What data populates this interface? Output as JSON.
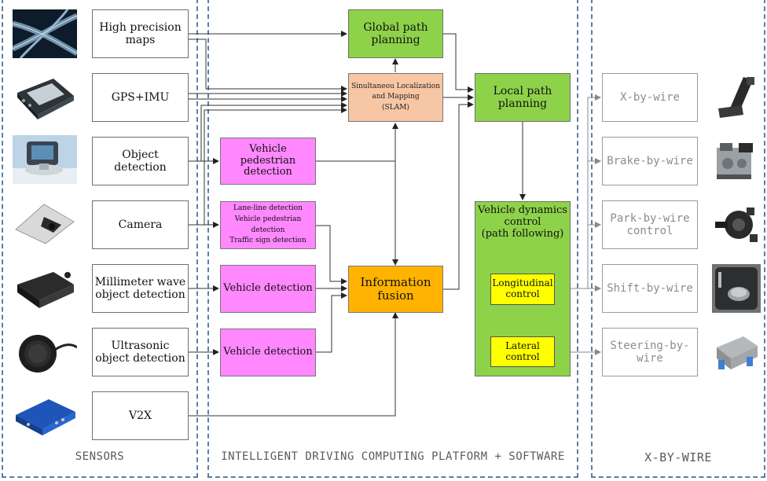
{
  "panels": {
    "sensors_label": "SENSORS",
    "platform_label": "INTELLIGENT DRIVING COMPUTING PLATFORM + SOFTWARE",
    "xbywire_label": "X-BY-WIRE"
  },
  "sensors": [
    {
      "label": "High precision\nmaps",
      "icon": "map-road-icon"
    },
    {
      "label": "GPS+IMU",
      "icon": "gps-device-icon"
    },
    {
      "label": "Object\ndetection",
      "icon": "lidar-icon"
    },
    {
      "label": "Camera",
      "icon": "camera-icon"
    },
    {
      "label": "Millimeter wave\nobject detection",
      "icon": "radar-icon"
    },
    {
      "label": "Ultrasonic\nobject detection",
      "icon": "ultrasonic-sensor-icon"
    },
    {
      "label": "V2X",
      "icon": "v2x-unit-icon"
    }
  ],
  "perception": {
    "vehicle_pedestrian": "Vehicle pedestrian\ndetection",
    "camera_detection": "Lane-line detection\nVehicle pedestrian detection\nTraffic sign detection",
    "radar_vehicle": "Vehicle detection",
    "ultrasonic_vehicle": "Vehicle detection"
  },
  "planning": {
    "global": "Global path\nplanning",
    "slam": "Sinultaneou Localization\nand Mapping\n(SLAM)",
    "local": "Local path\nplanning",
    "fusion": "Information\nfusion",
    "vdc": "Vehicle dynamics\ncontrol\n(path following)",
    "longitudinal": "Longitudinal\ncontrol",
    "lateral": "Lateral\ncontrol"
  },
  "xbywire": [
    {
      "label": "X-by-wire",
      "icon": "pedal-icon"
    },
    {
      "label": "Brake-by-wire",
      "icon": "brake-module-icon"
    },
    {
      "label": "Park-by-wire\ncontrol",
      "icon": "park-actuator-icon"
    },
    {
      "label": "Shift-by-wire",
      "icon": "shifter-icon"
    },
    {
      "label": "Steering-by-wire",
      "icon": "steering-ecu-icon"
    }
  ],
  "colors": {
    "panel_border": "#5b7fa6",
    "green": "#8ed24a",
    "pink": "#ff88ff",
    "peach": "#f7c6a4",
    "orange": "#ffb300",
    "yellow": "#ffff00"
  }
}
